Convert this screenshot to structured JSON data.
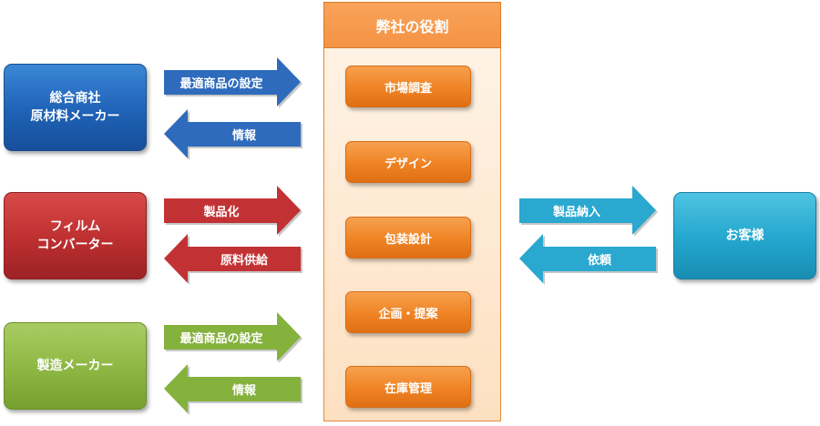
{
  "left_boxes": [
    {
      "label": "総合商社\n原材料メーカー",
      "color": "blue"
    },
    {
      "label": "フィルム\nコンバーター",
      "color": "red"
    },
    {
      "label": "製造メーカー",
      "color": "green"
    }
  ],
  "left_arrows": [
    {
      "label": "最適商品の設定",
      "direction": "right",
      "color": "#2e6bbd"
    },
    {
      "label": "情報",
      "direction": "left",
      "color": "#2e6bbd"
    },
    {
      "label": "製品化",
      "direction": "right",
      "color": "#c23234"
    },
    {
      "label": "原料供給",
      "direction": "left",
      "color": "#c23234"
    },
    {
      "label": "最適商品の設定",
      "direction": "right",
      "color": "#85b13d"
    },
    {
      "label": "情報",
      "direction": "left",
      "color": "#85b13d"
    }
  ],
  "center": {
    "title": "弊社の役割",
    "roles": [
      "市場調査",
      "デザイン",
      "包装設計",
      "企画・提案",
      "在庫管理"
    ]
  },
  "right_arrows": [
    {
      "label": "製品納入",
      "direction": "right",
      "color": "#2aa8cf"
    },
    {
      "label": "依頼",
      "direction": "left",
      "color": "#2aa8cf"
    }
  ],
  "right_box": {
    "label": "お客様",
    "color": "cyan"
  }
}
